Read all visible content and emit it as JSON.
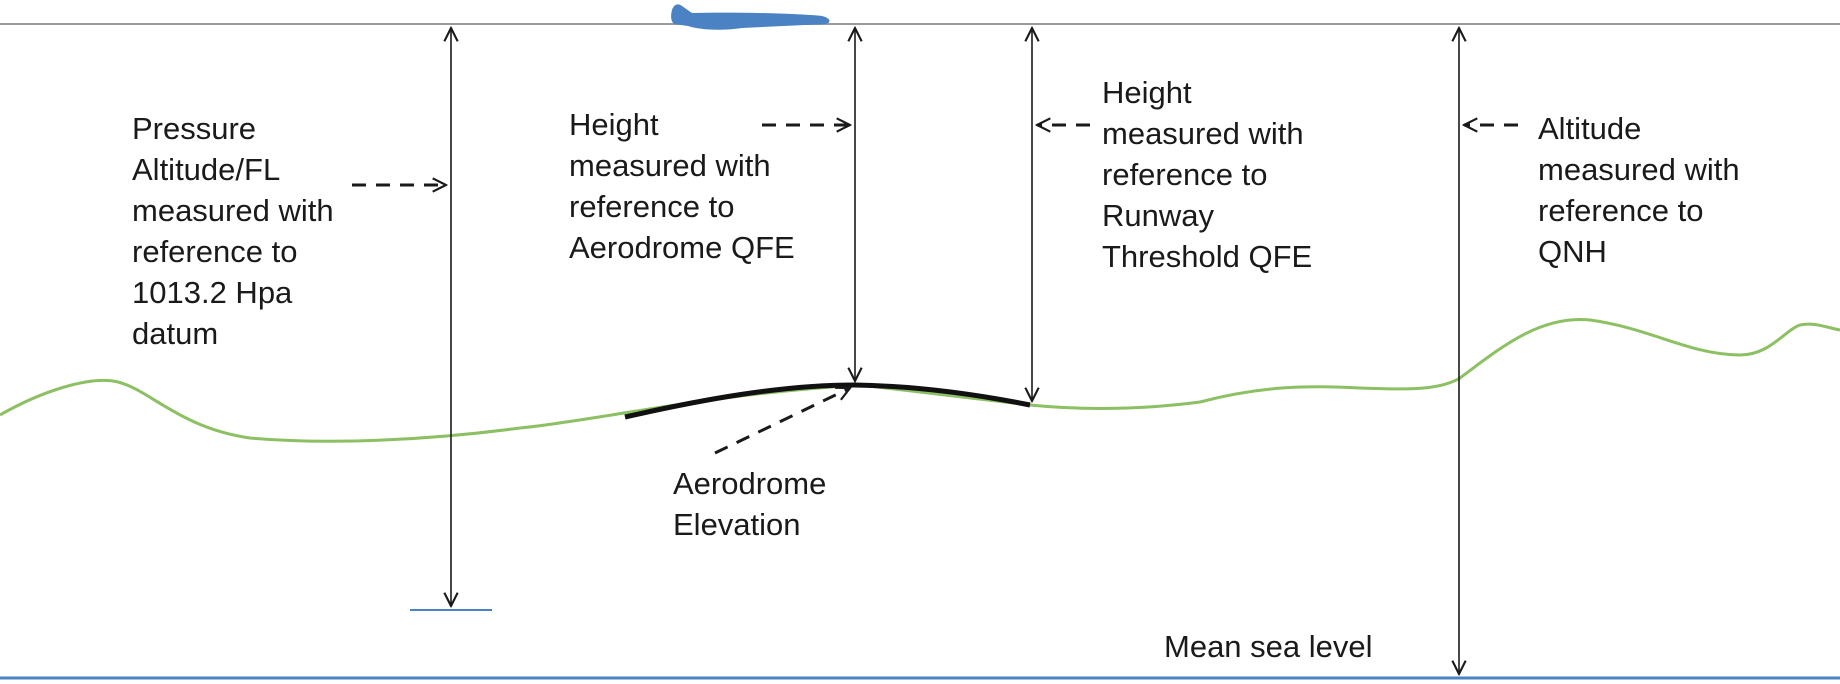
{
  "labels": {
    "pressure_altitude": [
      "Pressure",
      "Altitude/FL",
      "measured with",
      "reference to",
      "1013.2 Hpa",
      "datum"
    ],
    "height_aerodrome_qfe": [
      "Height",
      "measured with",
      "reference to",
      "Aerodrome QFE"
    ],
    "height_threshold_qfe": [
      "Height",
      "measured with",
      "reference to",
      "Runway",
      "Threshold QFE"
    ],
    "altitude_qnh": [
      "Altitude",
      "measured with",
      "reference to",
      "QNH"
    ],
    "aerodrome_elevation": [
      "Aerodrome",
      "Elevation"
    ],
    "mean_sea_level": "Mean sea level"
  },
  "colors": {
    "terrain": "#8cc063",
    "runway": "#111111",
    "sea_level": "#4a82c4",
    "aircraft": "#4a82c4",
    "reference_line": "#9a9a9a",
    "arrow": "#1a1a1a"
  }
}
